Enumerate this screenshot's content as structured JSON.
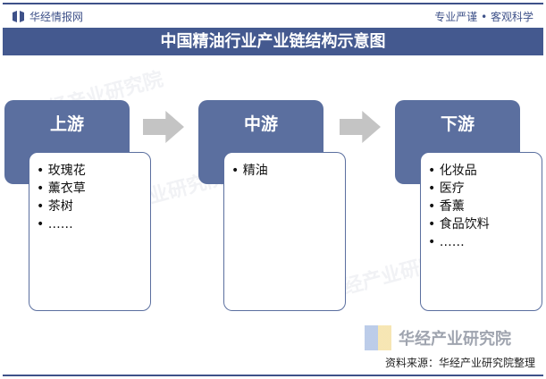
{
  "header": {
    "brand": "华经情报网",
    "slogan": "专业严谨 • 客观科学",
    "title": "中国精油行业产业链结构示意图"
  },
  "watermark": "华经产业研究院",
  "stages": [
    {
      "title": "上游",
      "items": [
        "玫瑰花",
        "薰衣草",
        "茶树",
        "……"
      ]
    },
    {
      "title": "中游",
      "items": [
        "精油"
      ]
    },
    {
      "title": "下游",
      "items": [
        "化妆品",
        "医疗",
        "香薰",
        "食品饮料",
        "……"
      ]
    }
  ],
  "footer": {
    "logo_text": "华经产业研究院",
    "source": "资料来源：华经产业研究院整理"
  }
}
